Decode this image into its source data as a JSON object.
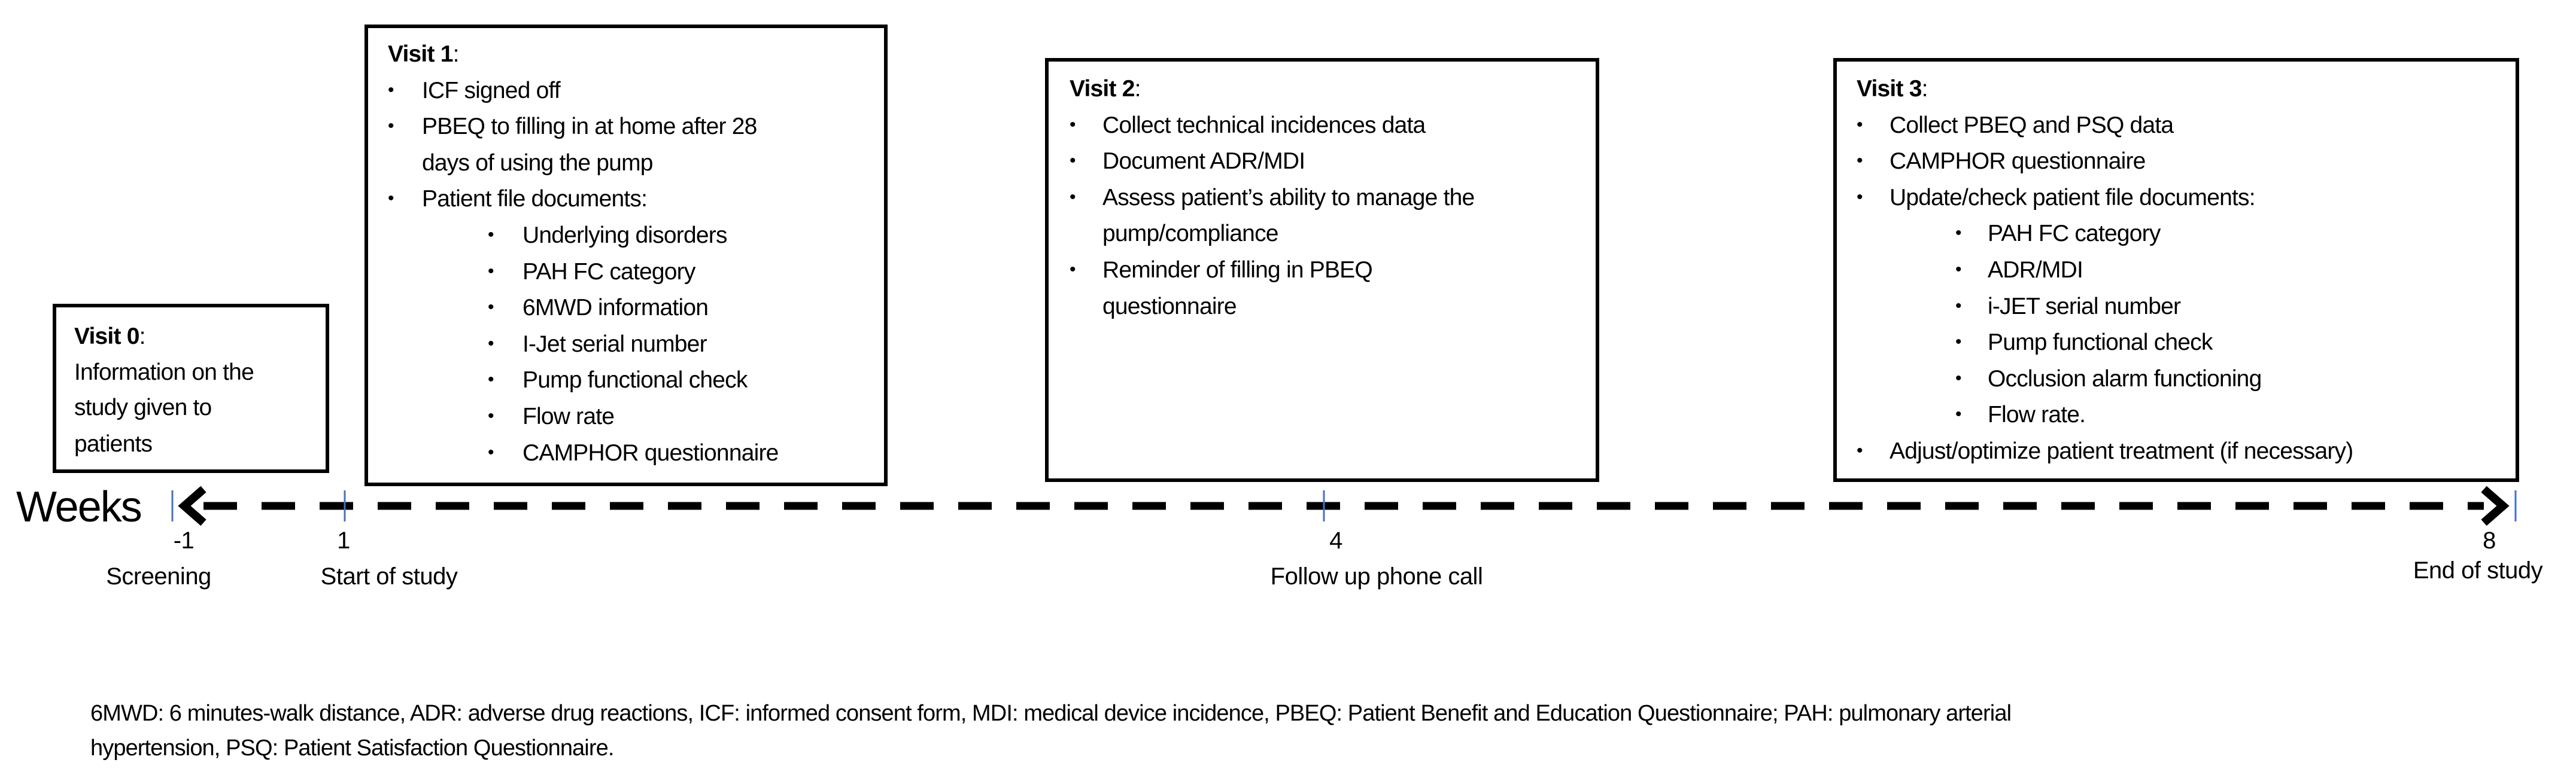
{
  "timeline": {
    "unit_label": "Weeks",
    "tick_color": "#4472c4",
    "ticks": [
      {
        "week": "-1",
        "label": "Screening"
      },
      {
        "week": "1",
        "label": "Start of study"
      },
      {
        "week": "4",
        "label": "Follow up phone call"
      },
      {
        "week": "8",
        "label": "End of study"
      }
    ]
  },
  "visits": [
    {
      "title": "Visit 0",
      "lines": [
        "Information on the",
        "study given to",
        "patients"
      ]
    },
    {
      "title": "Visit 1",
      "items": [
        {
          "text": [
            "ICF signed off"
          ]
        },
        {
          "text": [
            "PBEQ to filling in at home after 28",
            "days of using the pump"
          ]
        },
        {
          "text": [
            "Patient file documents:"
          ],
          "subitems": [
            "Underlying disorders",
            "PAH FC category",
            "6MWD information",
            "I-Jet serial number",
            "Pump functional check",
            "Flow rate",
            "CAMPHOR questionnaire"
          ]
        }
      ]
    },
    {
      "title": "Visit 2",
      "items": [
        {
          "text": [
            "Collect technical incidences data"
          ]
        },
        {
          "text": [
            "Document ADR/MDI"
          ]
        },
        {
          "text": [
            "Assess patient’s ability to manage the",
            "pump/compliance"
          ]
        },
        {
          "text": [
            "Reminder of filling in PBEQ",
            "questionnaire"
          ]
        }
      ]
    },
    {
      "title": "Visit 3",
      "items": [
        {
          "text": [
            "Collect PBEQ and PSQ data"
          ]
        },
        {
          "text": [
            "CAMPHOR questionnaire"
          ]
        },
        {
          "text": [
            "Update/check patient file documents:"
          ],
          "subitems": [
            "PAH FC category",
            "ADR/MDI",
            "i-JET serial number",
            "Pump functional check",
            "Occlusion alarm functioning",
            "Flow rate."
          ]
        },
        {
          "text": [
            "Adjust/optimize patient treatment (if necessary)"
          ]
        }
      ]
    }
  ],
  "footnote": [
    "6MWD: 6 minutes-walk distance, ADR: adverse drug reactions, ICF: informed consent form, MDI: medical device incidence, PBEQ: Patient Benefit and Education Questionnaire; PAH: pulmonary arterial",
    "hypertension, PSQ: Patient Satisfaction Questionnaire."
  ]
}
